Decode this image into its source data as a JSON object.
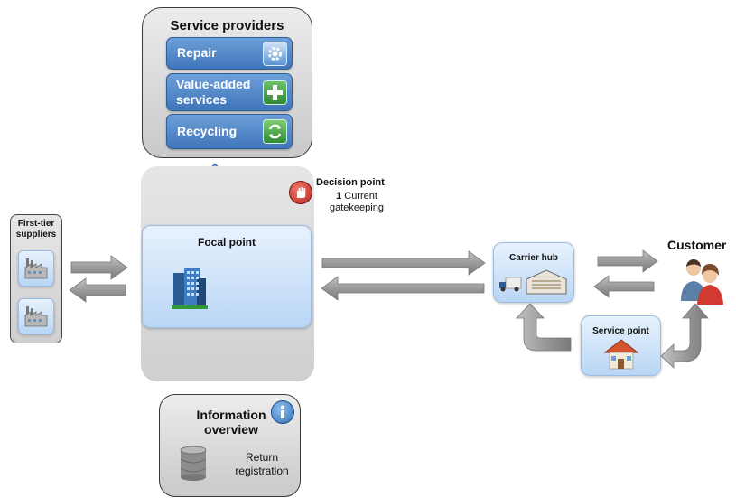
{
  "service_providers": {
    "title": "Service providers",
    "items": [
      {
        "label": "Repair",
        "icon": "gear-icon"
      },
      {
        "label": "Value-added\nservices",
        "icon": "plus-icon"
      },
      {
        "label": "Recycling",
        "icon": "recycle-icon"
      }
    ]
  },
  "decision_point": {
    "title": "Decision point",
    "number": "1",
    "label": "Current gatekeeping"
  },
  "suppliers": {
    "title": "First-tier suppliers"
  },
  "focal_point": {
    "title": "Focal point"
  },
  "carrier_hub": {
    "title": "Carrier hub"
  },
  "customer": {
    "title": "Customer"
  },
  "service_point": {
    "title": "Service point"
  },
  "information": {
    "title": "Information overview",
    "item": "Return registration"
  },
  "colors": {
    "tile_blue": "#4a80c2",
    "soft_blue": "#cfe3f9",
    "arrow_grey": "#8f8f8f",
    "arrow_blue": "#4f89c9",
    "stop_red": "#c0392b"
  }
}
